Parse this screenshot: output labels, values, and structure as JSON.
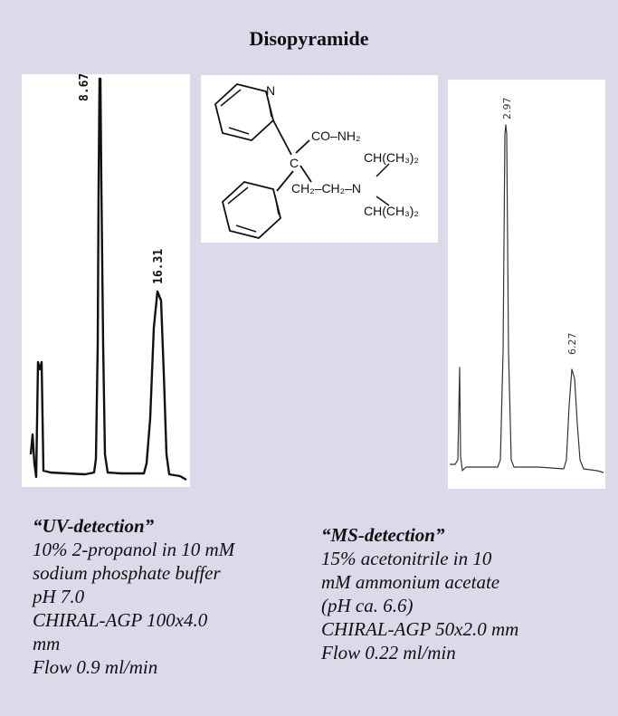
{
  "title": "Disopyramide",
  "chart_data": [
    {
      "type": "line",
      "peaks": [
        {
          "label": "8.67",
          "height": 1.0
        },
        {
          "label": "16.31",
          "height": 0.44
        }
      ]
    },
    {
      "type": "line",
      "peaks": [
        {
          "label": "2.97",
          "height": 1.0
        },
        {
          "label": "6.27",
          "height": 0.3
        }
      ]
    }
  ],
  "structure": {
    "n": "N",
    "co_nh2": "CO–NH₂",
    "c": "C",
    "chain": "CH₂–CH₂–N",
    "ipr_top": "CH(CH₃)₂",
    "ipr_bottom": "CH(CH₃)₂"
  },
  "uv": {
    "heading": "“UV-detection”",
    "lines": [
      "10% 2-propanol in 10 mM",
      "sodium phosphate buffer",
      "pH 7.0",
      "CHIRAL-AGP 100x4.0",
      "mm",
      "Flow 0.9 ml/min"
    ]
  },
  "ms": {
    "heading": "“MS-detection”",
    "lines": [
      "15% acetonitrile in 10",
      "mM ammonium acetate",
      "(pH ca. 6.6)",
      "CHIRAL-AGP 50x2.0 mm",
      "Flow 0.22 ml/min"
    ]
  }
}
